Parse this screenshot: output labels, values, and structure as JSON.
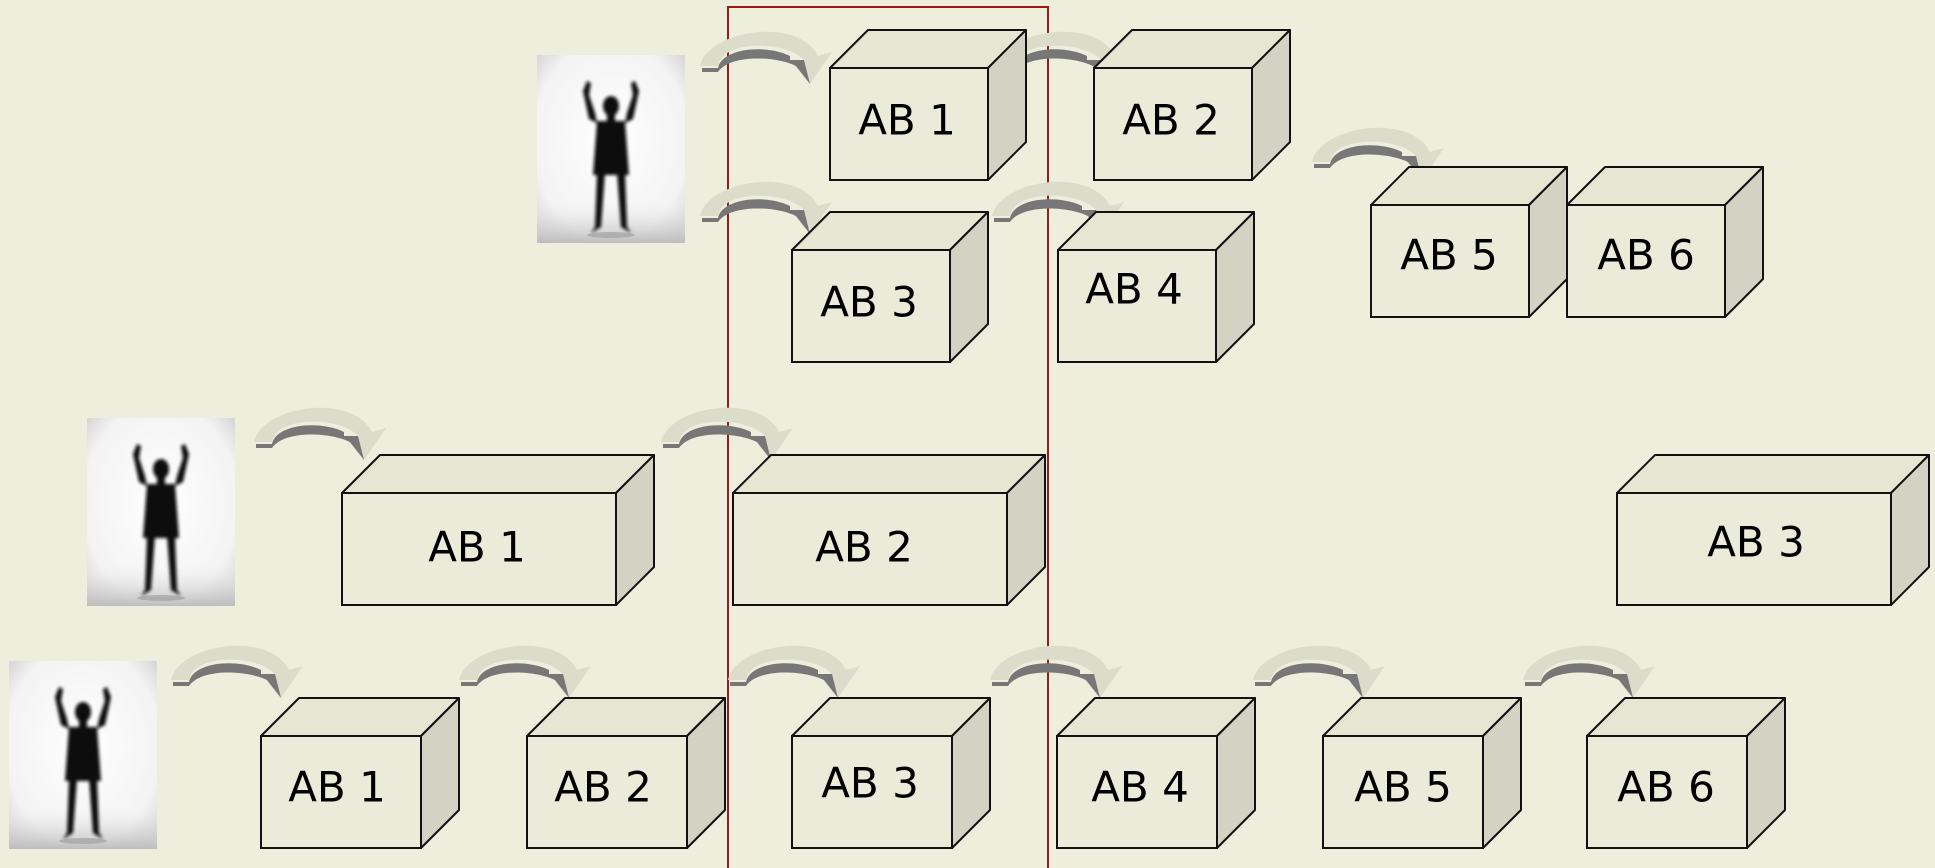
{
  "colors": {
    "background": "#edeedb",
    "box_front": "#ebebda",
    "box_top": "#e6e6d3",
    "box_side": "#d2d3c3",
    "box_stroke": "#111111",
    "highlight_frame": "#9a1b1b",
    "arrow_light": "#dcdccb",
    "arrow_dark": "#777777",
    "person": "#0b0b0b"
  },
  "icons": [
    "person-arms-raised-photo",
    "curved-arrow-icon"
  ],
  "rows": [
    {
      "person": "person-arms-raised-photo",
      "boxes": [
        {
          "label": "AB 1"
        },
        {
          "label": "AB 2"
        },
        {
          "label": "AB 3"
        },
        {
          "label": "AB 4"
        },
        {
          "label": "AB 5"
        },
        {
          "label": "AB 6"
        }
      ]
    },
    {
      "person": "person-arms-raised-photo",
      "boxes": [
        {
          "label": "AB 1"
        },
        {
          "label": "AB 2"
        },
        {
          "label": "AB 3"
        }
      ]
    },
    {
      "person": "person-arms-raised-photo",
      "boxes": [
        {
          "label": "AB 1"
        },
        {
          "label": "AB 2"
        },
        {
          "label": "AB 3"
        },
        {
          "label": "AB 4"
        },
        {
          "label": "AB 5"
        },
        {
          "label": "AB 6"
        }
      ]
    }
  ]
}
